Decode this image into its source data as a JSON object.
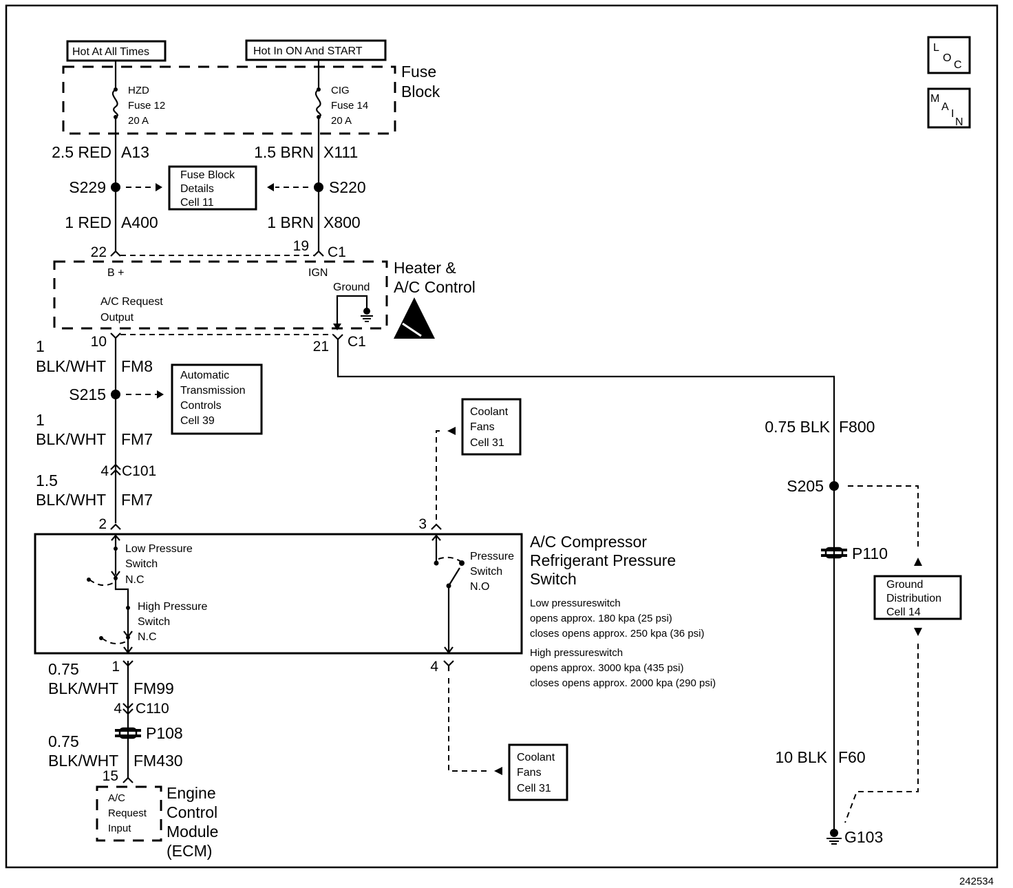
{
  "diagram": {
    "figure_number": "242534",
    "corner_badges": {
      "loc": [
        "L",
        "O",
        "C"
      ],
      "main": [
        "M",
        "A",
        "I",
        "N"
      ]
    },
    "power_labels": {
      "hot_at_all_times": "Hot At All Times",
      "hot_in_on_start": "Hot In ON And START"
    },
    "fuse_block": {
      "title_line1": "Fuse",
      "title_line2": "Block",
      "fuses": [
        {
          "name": "HZD",
          "number": "Fuse 12",
          "rating": "20 A"
        },
        {
          "name": "CIG",
          "number": "Fuse 14",
          "rating": "20 A"
        }
      ]
    },
    "wires": {
      "a13": {
        "size_color": "2.5 RED",
        "circuit": "A13"
      },
      "x111": {
        "size_color": "1.5 BRN",
        "circuit": "X111"
      },
      "a400": {
        "size_color": "1 RED",
        "circuit": "A400"
      },
      "x800": {
        "size_color": "1 BRN",
        "circuit": "X800"
      },
      "fm8": {
        "size": "1",
        "color": "BLK/WHT",
        "circuit": "FM8"
      },
      "fm7a": {
        "size": "1",
        "color": "BLK/WHT",
        "circuit": "FM7"
      },
      "fm7b": {
        "size": "1.5",
        "color": "BLK/WHT",
        "circuit": "FM7"
      },
      "fm99": {
        "size": "0.75",
        "color": "BLK/WHT",
        "circuit": "FM99"
      },
      "fm430": {
        "size": "0.75",
        "color": "BLK/WHT",
        "circuit": "FM430"
      },
      "f800": {
        "size_color": "0.75 BLK",
        "circuit": "F800"
      },
      "f60": {
        "size_color": "10 BLK",
        "circuit": "F60"
      }
    },
    "splices": {
      "s229": "S229",
      "s220": "S220",
      "s215": "S215",
      "s205": "S205"
    },
    "references": {
      "fuse_block_details": [
        "Fuse Block",
        "Details",
        "Cell 11"
      ],
      "auto_trans": [
        "Automatic",
        "Transmission",
        "Controls",
        "Cell 39"
      ],
      "coolant_fans_top": [
        "Coolant",
        "Fans",
        "Cell 31"
      ],
      "coolant_fans_bottom": [
        "Coolant",
        "Fans",
        "Cell 31"
      ],
      "ground_distribution": [
        "Ground",
        "Distribution",
        "Cell 14"
      ]
    },
    "connectors": {
      "pin22": "22",
      "pin19": "19",
      "c1_top": "C1",
      "pin10": "10",
      "pin21": "21",
      "c1_bottom": "C1",
      "pin4_c101": "4",
      "c101": "C101",
      "pin2": "2",
      "pin3": "3",
      "pin1": "1",
      "pin4_bottom": "4",
      "pin4_c110": "4",
      "c110": "C110",
      "p108": "P108",
      "p110": "P110",
      "pin15": "15",
      "g103": "G103"
    },
    "hvac_control": {
      "title_line1": "Heater &",
      "title_line2": "A/C Control",
      "b_plus": "B +",
      "ign": "IGN",
      "ground": "Ground",
      "output_line1": "A/C Request",
      "output_line2": "Output"
    },
    "pressure_switch": {
      "title": [
        "A/C Compressor",
        "Refrigerant Pressure",
        "Switch"
      ],
      "low_switch": [
        "Low Pressure",
        "Switch",
        "N.C"
      ],
      "high_switch": [
        "High Pressure",
        "Switch",
        "N.C"
      ],
      "fan_switch": [
        "Pressure",
        "Switch",
        "N.O"
      ],
      "notes": [
        "Low pressureswitch",
        "opens approx. 180 kpa (25 psi)",
        "closes opens approx. 250 kpa (36 psi)",
        "High pressureswitch",
        "opens approx. 3000 kpa (435 psi)",
        "closes opens approx. 2000 kpa (290 psi)"
      ]
    },
    "ecm": {
      "title": [
        "Engine",
        "Control",
        "Module",
        "(ECM)"
      ],
      "input": [
        "A/C",
        "Request",
        "Input"
      ]
    }
  }
}
